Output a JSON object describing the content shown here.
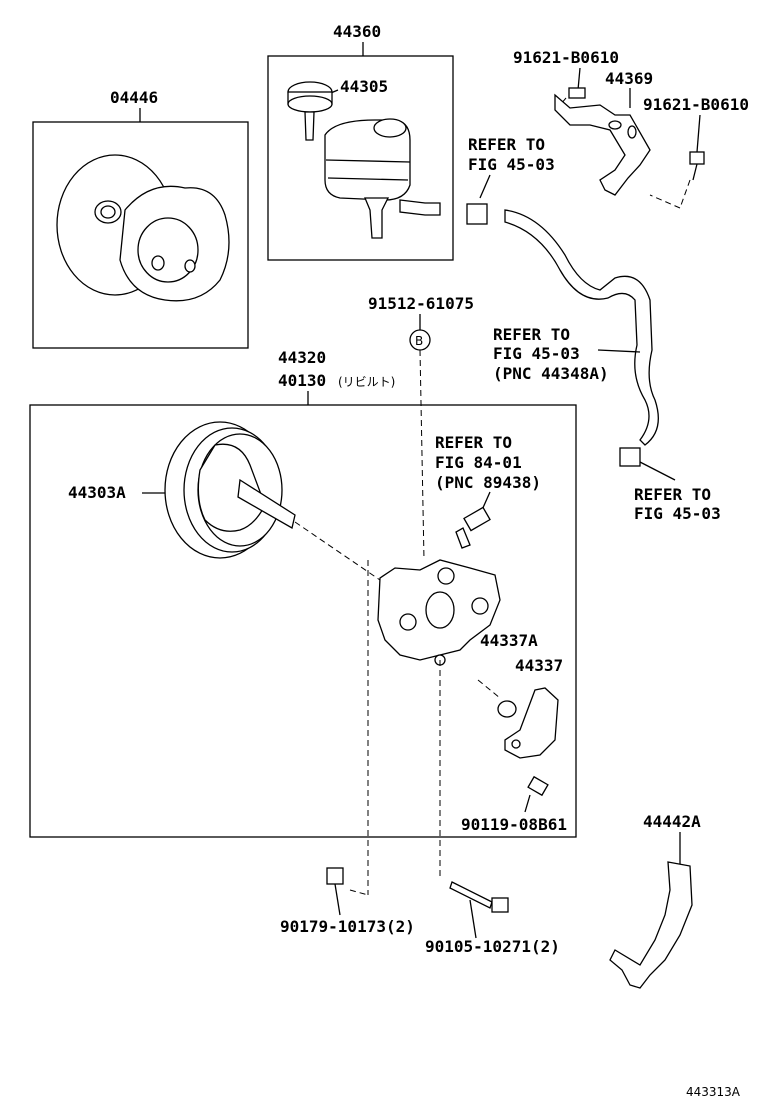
{
  "labels": {
    "p04446": "04446",
    "p44360": "44360",
    "p44305": "44305",
    "p91621a": "91621-B0610",
    "p44369": "44369",
    "p91621b": "91621-B0610",
    "refer1": "REFER TO",
    "refer1_fig": "FIG 45-03",
    "p91512": "91512-61075",
    "marker_b": "B",
    "refer2": "REFER TO",
    "refer2_fig": "FIG 45-03",
    "refer2_pnc": "(PNC 44348A)",
    "p44320": "44320",
    "p40130": "40130",
    "p40130_note": "(リビルト)",
    "refer3": "REFER TO",
    "refer3_fig": "FIG 84-01",
    "refer3_pnc": "(PNC 89438)",
    "refer4": "REFER TO",
    "refer4_fig": "FIG 45-03",
    "p44303A": "44303A",
    "p44337A": "44337A",
    "p44337": "44337",
    "p90119": "90119-08B61",
    "p44442A": "44442A",
    "p90179": "90179-10173(2)",
    "p90105": "90105-10271(2)",
    "figure_id": "443313A"
  }
}
